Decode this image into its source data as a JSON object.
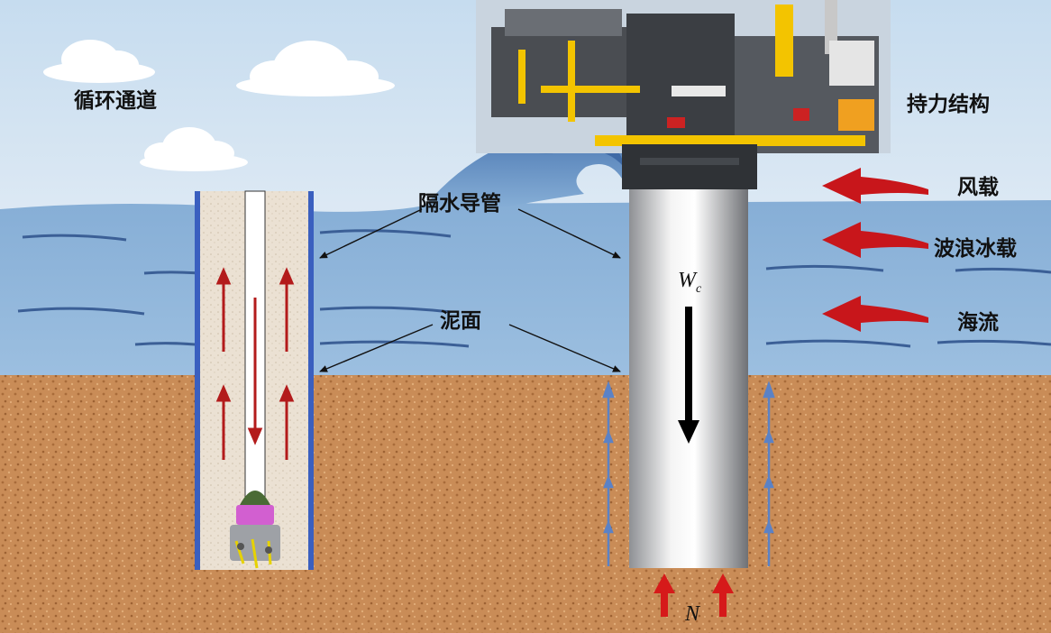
{
  "labels": {
    "circulation_channel": "循环通道",
    "bearing_structure": "持力结构",
    "riser": "隔水导管",
    "mudline": "泥面",
    "wind_load": "风载",
    "wave_ice_load": "波浪冰载",
    "current": "海流",
    "self_weight": "W",
    "self_weight_sub": "c",
    "base_reaction": "N"
  },
  "colors": {
    "sky": "#cfe0ef",
    "sea": "#8fb4d8",
    "soil": "#c58a56",
    "pipe_wall": "#3a5fbf",
    "load_arrow": "#c8161b",
    "flow_arrow": "#b31b1b",
    "friction_arrow": "#5b82c6",
    "weight_arrow": "#000000"
  },
  "icons": {
    "platform": "offshore-platform-icon",
    "drill_bit": "drill-bit-icon",
    "wave": "breaking-wave-icon",
    "cloud": "cloud-icon"
  }
}
